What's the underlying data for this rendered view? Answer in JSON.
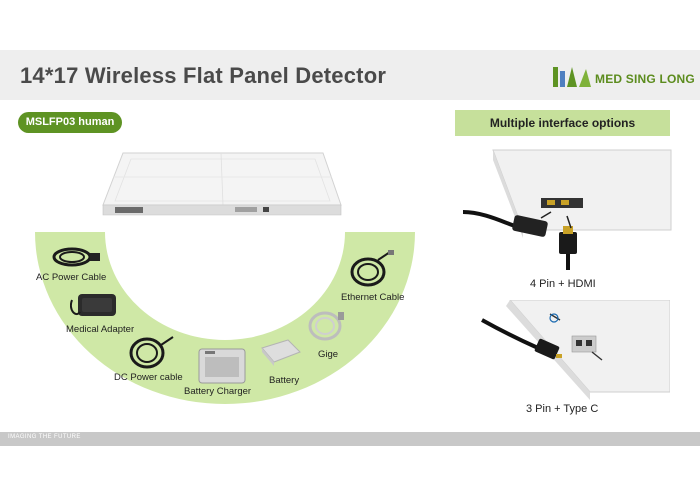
{
  "header": {
    "title": "14*17  Wireless Flat Panel Detector",
    "logo_text": "MED SING LONG",
    "logo_icon": "msl-logo-icon"
  },
  "model_badge": "MSLFP03 human",
  "interface_banner": "Multiple interface options",
  "accessories": [
    {
      "label": "AC Power Cable",
      "icon": "ac-power-cable-icon"
    },
    {
      "label": "Medical Adapter",
      "icon": "medical-adapter-icon"
    },
    {
      "label": "DC Power cable",
      "icon": "dc-power-cable-icon"
    },
    {
      "label": "Battery Charger",
      "icon": "battery-charger-icon"
    },
    {
      "label": "Battery",
      "icon": "battery-icon"
    },
    {
      "label": "Gige",
      "icon": "gige-cable-icon"
    },
    {
      "label": "Ethernet Cable",
      "icon": "ethernet-cable-icon"
    }
  ],
  "interfaces": [
    {
      "label": "4 Pin + HDMI"
    },
    {
      "label": "3 Pin + Type C"
    }
  ],
  "footer": {
    "text": "IMAGING THE FUTURE"
  },
  "colors": {
    "brand_green": "#5e9323",
    "banner_green": "#c6e09b",
    "arc_green": "#cfe8a6",
    "header_gray": "#eeeeee",
    "footer_gray": "#c8c8c8"
  }
}
